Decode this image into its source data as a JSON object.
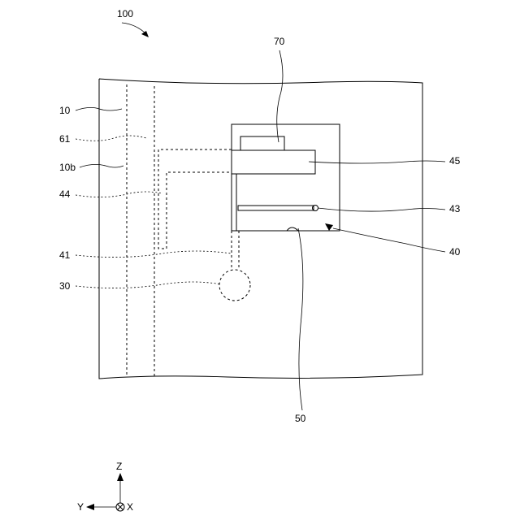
{
  "figure": {
    "ref_main": "100",
    "labels": {
      "l10": "10",
      "l61": "61",
      "l10b": "10b",
      "l44": "44",
      "l41": "41",
      "l30": "30",
      "l70": "70",
      "l45": "45",
      "l43": "43",
      "l40": "40",
      "l50": "50"
    },
    "axes": {
      "z": "Z",
      "y": "Y",
      "x": "X"
    }
  }
}
